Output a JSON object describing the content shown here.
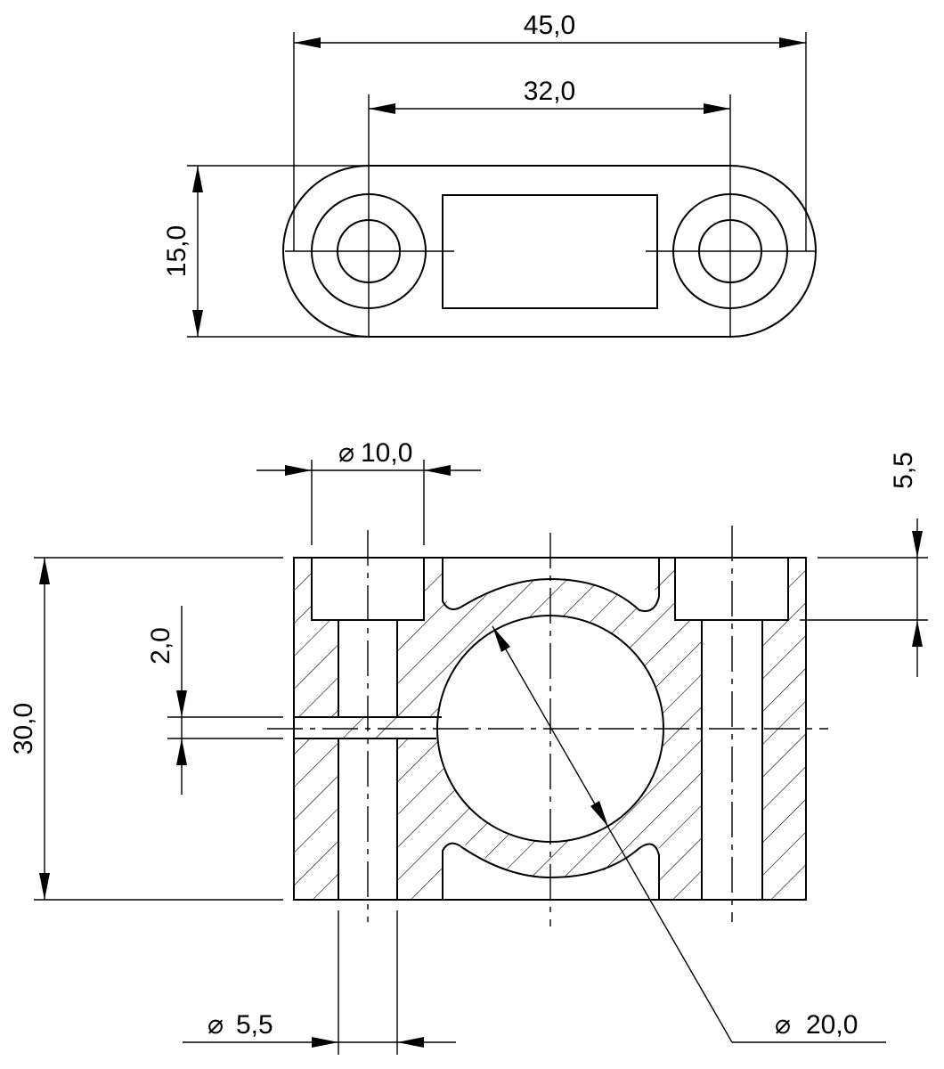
{
  "drawing": {
    "top_view": {
      "overall_length": "45,0",
      "hole_spacing": "32,0",
      "width": "15,0"
    },
    "section_view": {
      "counterbore_diameter": "10,0",
      "counterbore_depth": "5,5",
      "height": "30,0",
      "slot_gap": "2,0",
      "bolt_hole_diameter": "5,5",
      "bore_diameter": "20,0"
    },
    "diameter_symbol": "⌀"
  }
}
